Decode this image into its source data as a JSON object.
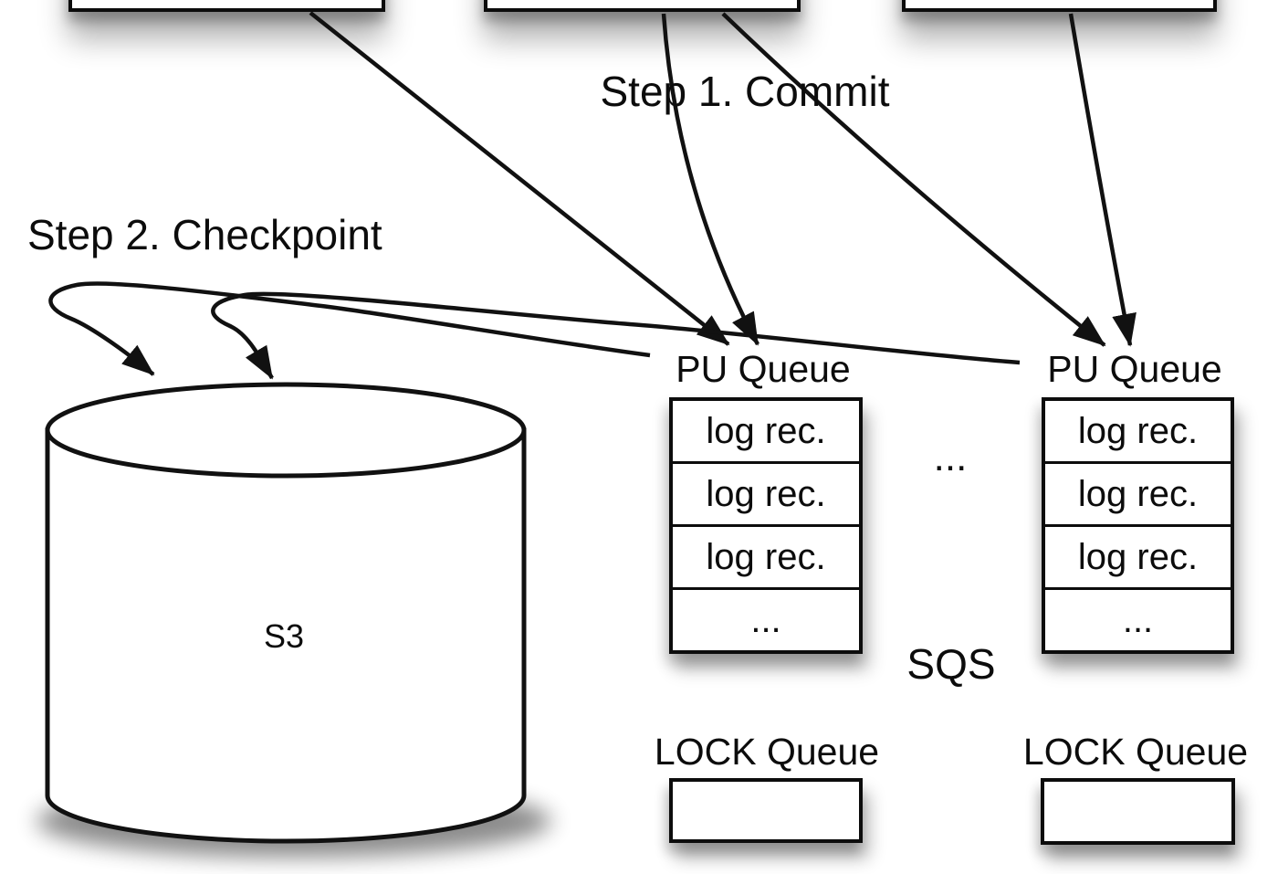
{
  "annotations": {
    "step1": "Step 1. Commit",
    "step2": "Step 2. Checkpoint"
  },
  "storage": {
    "s3_label": "S3"
  },
  "messaging": {
    "sqs_label": "SQS",
    "ellipsis_between_queues": "..."
  },
  "pu_queues": [
    {
      "title": "PU Queue",
      "rows": [
        "log rec.",
        "log rec.",
        "log rec.",
        "..."
      ]
    },
    {
      "title": "PU Queue",
      "rows": [
        "log rec.",
        "log rec.",
        "log rec.",
        "..."
      ]
    }
  ],
  "lock_queues": [
    {
      "title": "LOCK Queue"
    },
    {
      "title": "LOCK Queue"
    }
  ],
  "colors": {
    "line": "#111111",
    "box_fill": "#ffffff",
    "background": "#ffffff"
  }
}
